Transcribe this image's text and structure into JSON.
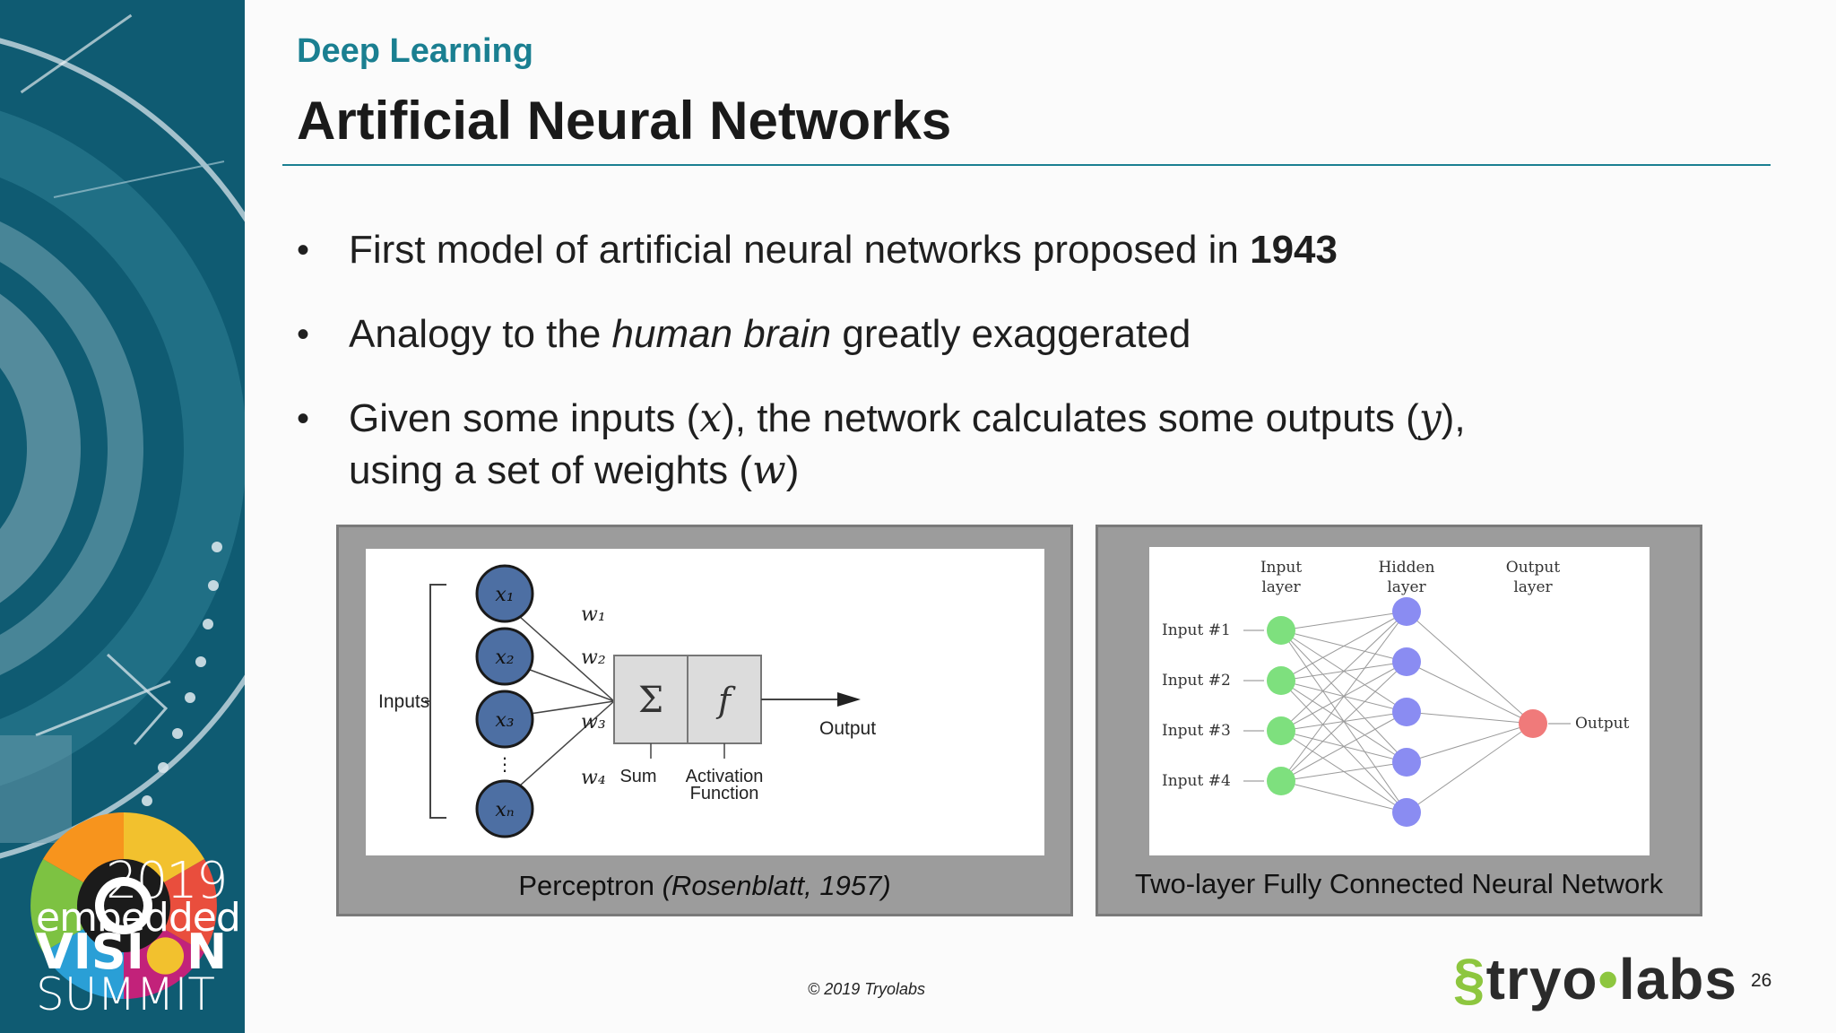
{
  "event_logo": {
    "year": "2019",
    "line1": "embedded",
    "line2_pre": "VISI",
    "line2_post": "N",
    "line3": "SUMMIT"
  },
  "header": {
    "section": "Deep Learning",
    "title": "Artificial Neural Networks"
  },
  "bullets": {
    "b1_text": "First model of artificial neural networks proposed in ",
    "b1_bold": "1943",
    "b2_pre": "Analogy to the ",
    "b2_italic": "human brain",
    "b2_post": " greatly exaggerated",
    "b3_a": "Given some inputs (",
    "b3_x": "x",
    "b3_b": "), the network calculates some outputs (",
    "b3_y": "y",
    "b3_c": "),",
    "b3_d": "using a set of weights (",
    "b3_w": "w",
    "b3_e": ")"
  },
  "perceptron": {
    "caption_main": "Perceptron ",
    "caption_italic": "(Rosenblatt, 1957)",
    "inputs_label": "Inputs",
    "nodes": [
      "x₁",
      "x₂",
      "x₃",
      "xₙ"
    ],
    "weights": [
      "w₁",
      "w₂",
      "w₃",
      "w₄"
    ],
    "sum_symbol": "Σ",
    "func_symbol": "f",
    "sum_label": "Sum",
    "activation_label_1": "Activation",
    "activation_label_2": "Function",
    "output_label": "Output",
    "colors": {
      "node_fill": "#4d6fa3",
      "box_fill": "#dcdcdc"
    }
  },
  "network": {
    "caption": "Two-layer Fully Connected Neural Network",
    "input_header_1": "Input",
    "input_header_2": "layer",
    "hidden_header_1": "Hidden",
    "hidden_header_2": "layer",
    "output_header_1": "Output",
    "output_header_2": "layer",
    "input_labels": [
      "Input #1",
      "Input #2",
      "Input #3",
      "Input #4"
    ],
    "output_label": "Output",
    "colors": {
      "input": "#7ee07e",
      "hidden": "#8a8cf2",
      "output": "#f07a7a"
    }
  },
  "footer": {
    "copyright": "© 2019 Tryolabs",
    "brand_a": "tryo",
    "brand_dot": "•",
    "brand_b": "labs",
    "page_number": "26"
  }
}
